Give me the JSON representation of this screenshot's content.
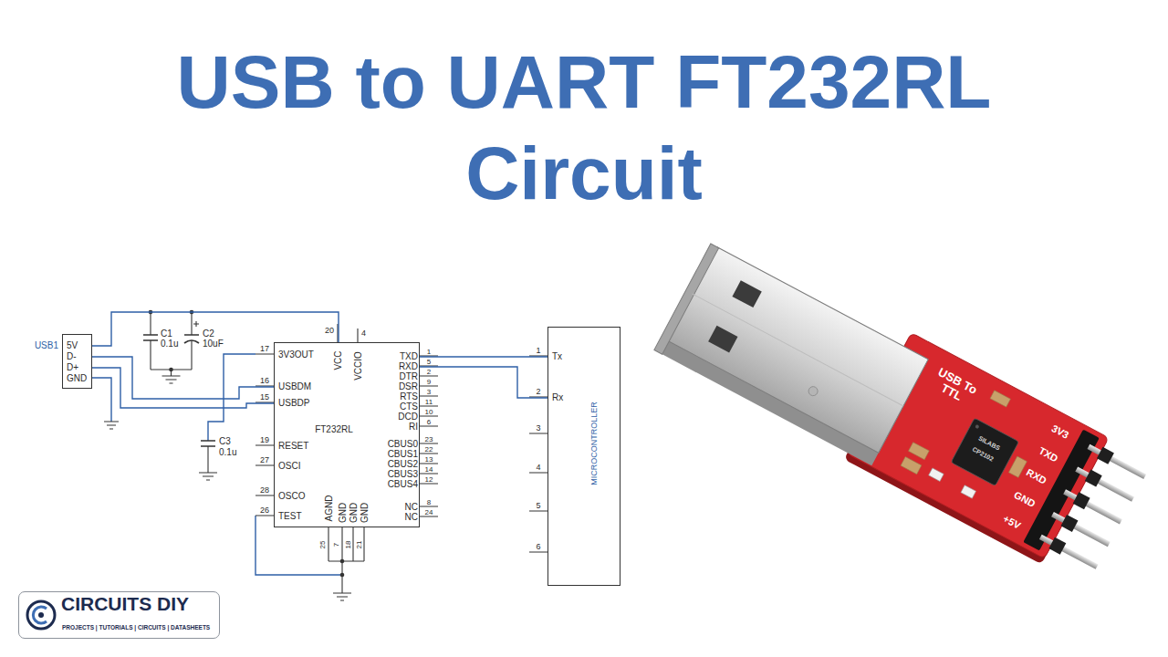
{
  "diagram": {
    "title": "USB to UART FT232RL Circuit",
    "nodes": [
      {
        "text": [
          "USB1",
          "5V",
          "D-",
          "D+",
          "GND"
        ]
      },
      {
        "text": [
          "FT232RL",
          "3V3OUT",
          "USBDM",
          "USBDP",
          "RESET",
          "OSCI",
          "OSCO",
          "TEST",
          "TXD",
          "RXD",
          "DTR",
          "DSR",
          "RTS",
          "CTS",
          "DCD",
          "RI",
          "CBUS0",
          "CBUS1",
          "CBUS2",
          "CBUS3",
          "CBUS4",
          "NC",
          "NC",
          "VCC",
          "VCCIO",
          "AGND",
          "GND",
          "GND",
          "GND"
        ]
      },
      {
        "text": [
          "MICROCONTROLLER",
          "Tx",
          "Rx"
        ]
      },
      {
        "text": [
          "CIRCUITS DIY",
          "PROJECTS | TUTORIALS | CIRCUITS | DATASHEETS"
        ]
      }
    ],
    "edges": [
      {
        "from": 0,
        "to": 1,
        "arrow": "none"
      },
      {
        "from": 0,
        "to": 1,
        "arrow": "none"
      },
      {
        "from": 0,
        "to": 1,
        "arrow": "none"
      },
      {
        "from": 1,
        "to": 2,
        "arrow": "none"
      },
      {
        "from": 1,
        "to": 2,
        "arrow": "none"
      }
    ],
    "labels": [
      "C1",
      "0.1u",
      "C2",
      "10uF",
      "C3",
      "0.1u",
      "17",
      "16",
      "15",
      "19",
      "27",
      "28",
      "26",
      "1",
      "5",
      "2",
      "9",
      "3",
      "11",
      "10",
      "6",
      "23",
      "22",
      "13",
      "14",
      "12",
      "8",
      "24",
      "20",
      "4",
      "25",
      "7",
      "18",
      "21",
      "1",
      "2",
      "3",
      "4",
      "5",
      "6",
      "USB To TTL",
      "SILABS",
      "CP2102",
      "3V3",
      "TXD",
      "RXD",
      "GND",
      "+5V"
    ]
  }
}
